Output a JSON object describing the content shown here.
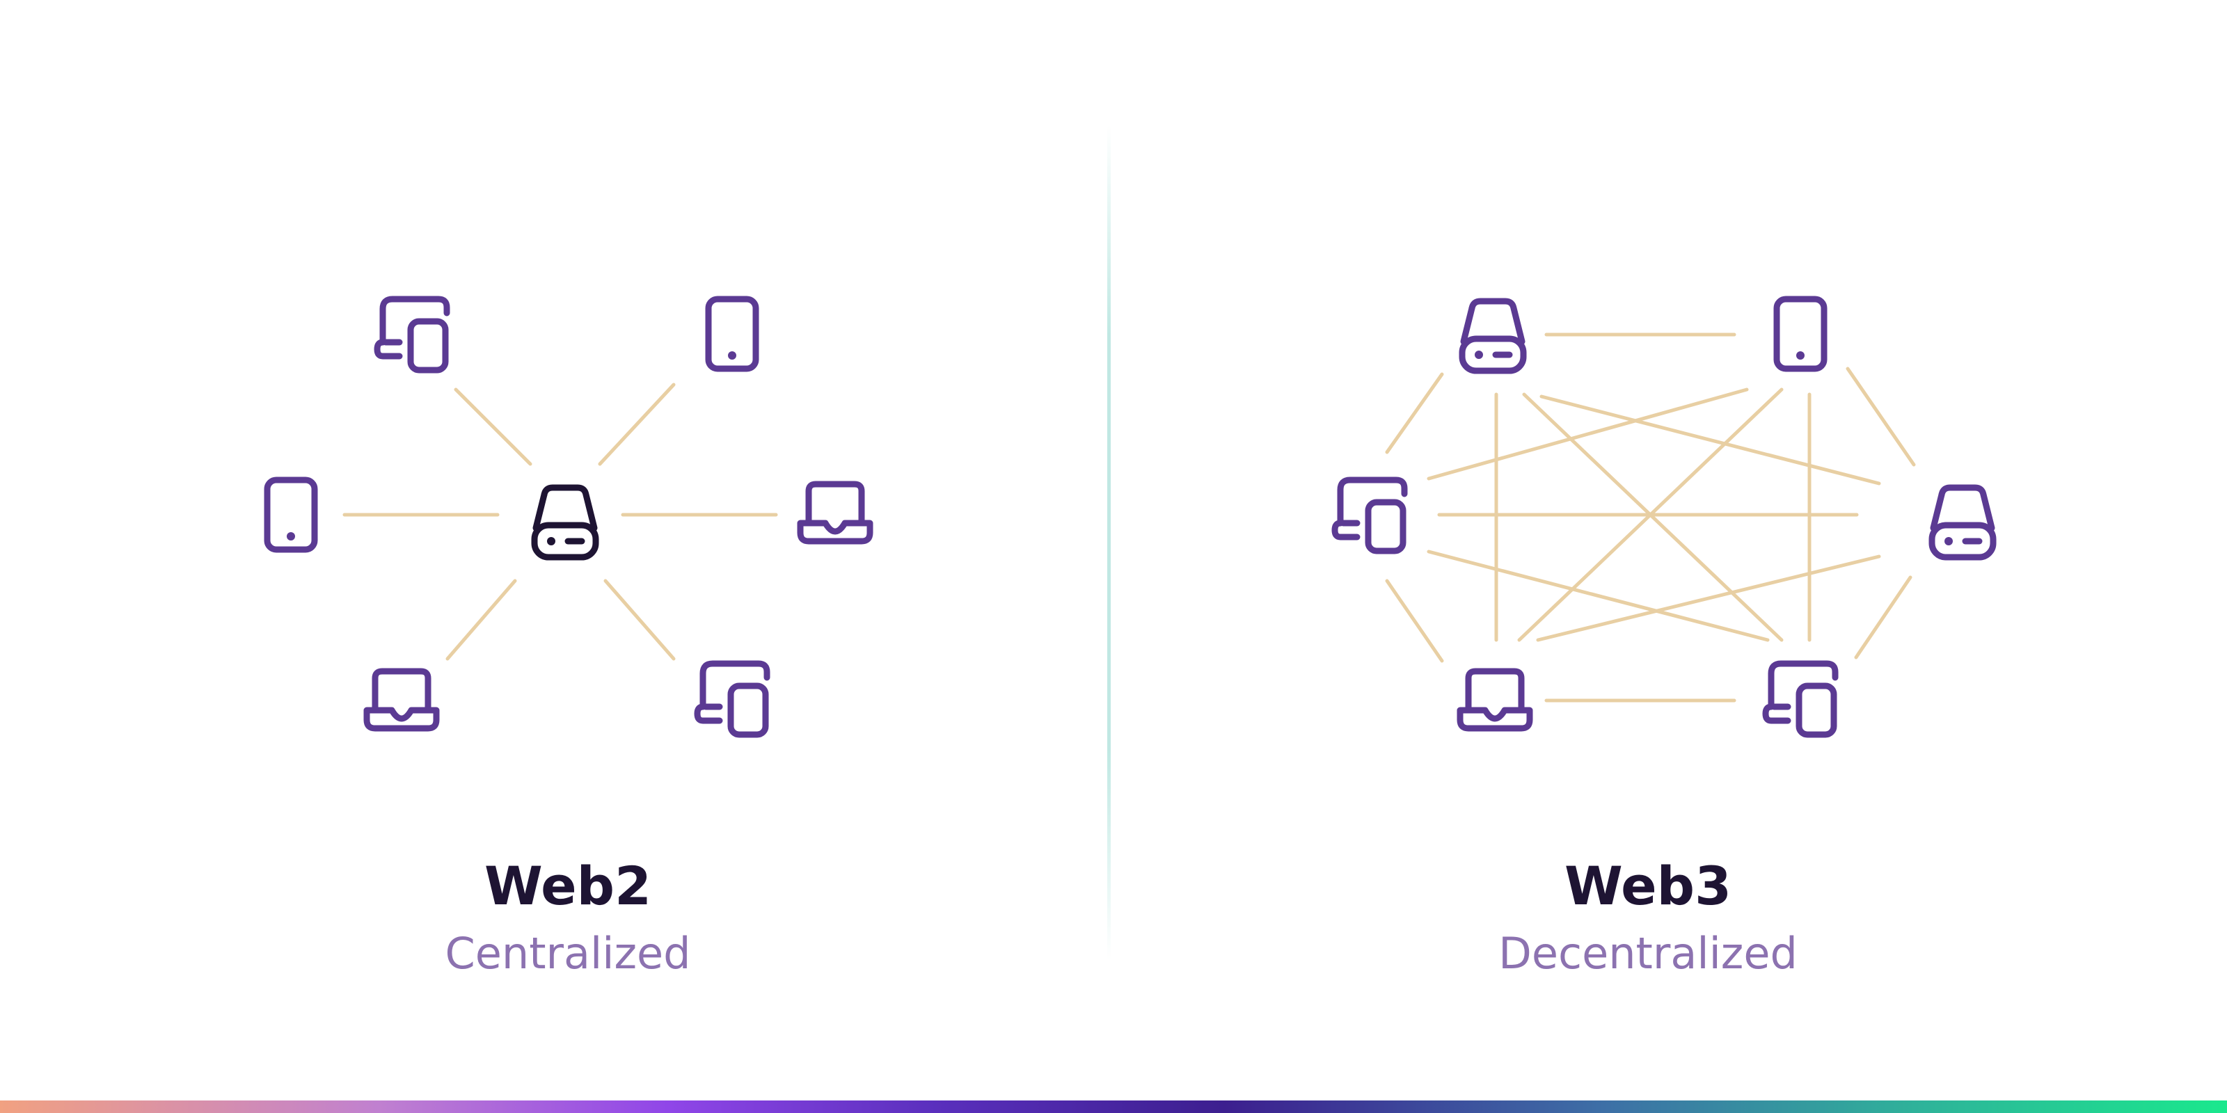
{
  "colors": {
    "icon": "#5b3a93",
    "server_center": "#1e1433",
    "connector": "#e8cfa3",
    "title": "#1e1433",
    "subtitle": "#8c72b0",
    "divider": "#b9e6e0",
    "gradient_stops": [
      "#f1a181",
      "#c080d0",
      "#9046e8",
      "#5a2fbd",
      "#3c1f8f",
      "#3d6fa6",
      "#2fb29a",
      "#1ae88d"
    ]
  },
  "web2": {
    "title": "Web2",
    "subtitle": "Centralized",
    "center_node": "server-icon",
    "outer_nodes": [
      "multi-device-icon",
      "phone-icon",
      "phone-icon",
      "laptop-icon",
      "laptop-icon",
      "multi-device-icon"
    ]
  },
  "web3": {
    "title": "Web3",
    "subtitle": "Decentralized",
    "nodes": [
      "server-icon",
      "phone-icon",
      "multi-device-icon",
      "server-icon",
      "laptop-icon",
      "multi-device-icon"
    ]
  }
}
